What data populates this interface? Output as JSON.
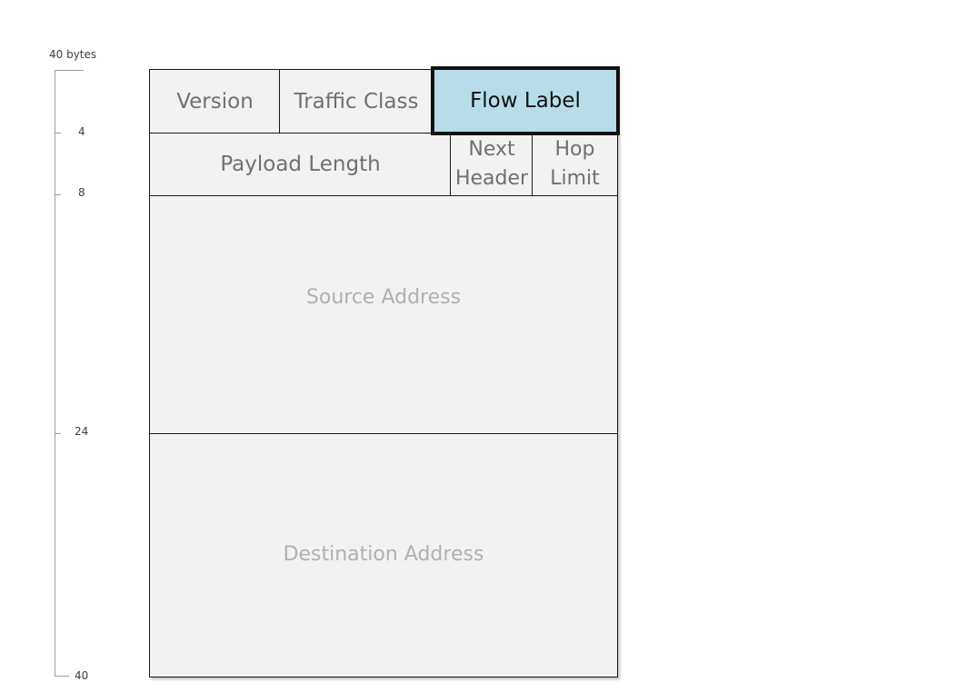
{
  "scale": {
    "title": "40 bytes",
    "ticks": [
      {
        "label": "4"
      },
      {
        "label": "8"
      },
      {
        "label": "24"
      },
      {
        "label": "40"
      }
    ]
  },
  "fields": {
    "version": "Version",
    "traffic_class": "Traffic Class",
    "flow_label": "Flow Label",
    "payload_length": "Payload Length",
    "next_header_line1": "Next",
    "next_header_line2": "Header",
    "hop_limit_line1": "Hop",
    "hop_limit_line2": "Limit",
    "source_address": "Source Address",
    "destination_address": "Destination Address"
  },
  "colors": {
    "field_fill": "#f2f2f2",
    "highlight_fill": "#b7dde8",
    "border": "#1a1a1a"
  }
}
